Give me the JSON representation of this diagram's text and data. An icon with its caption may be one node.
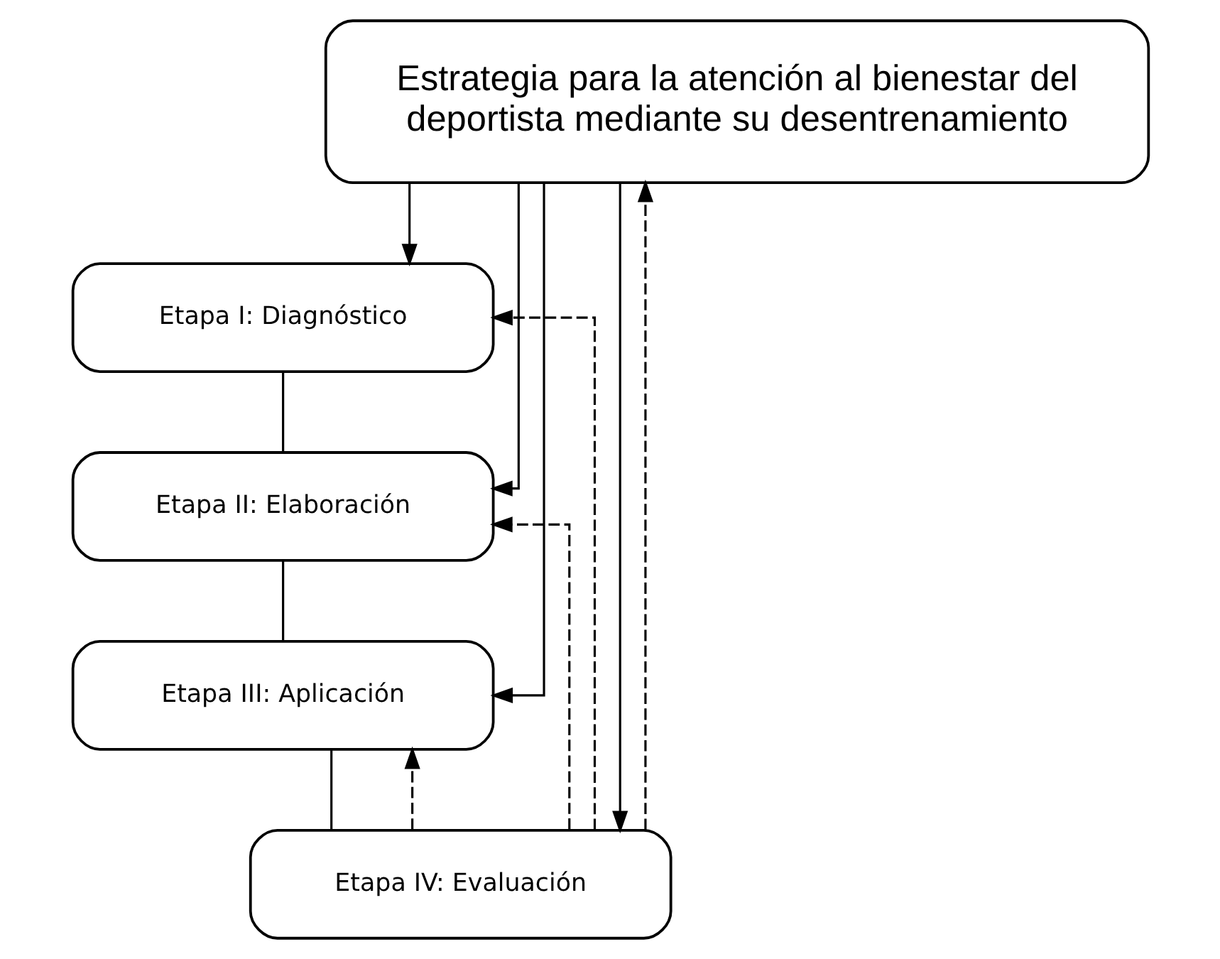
{
  "diagram": {
    "nodes": [
      {
        "text": [
          "Estrategia para la atención al bienestar del deportista mediante su desentrenamiento"
        ]
      },
      {
        "text": [
          "Etapa I: Diagnóstico"
        ]
      },
      {
        "text": [
          "Etapa II: Elaboración"
        ]
      },
      {
        "text": [
          "Etapa III: Aplicación"
        ]
      },
      {
        "text": [
          "Etapa IV: Evaluación"
        ]
      }
    ],
    "edges": [
      {
        "from": 0,
        "to": 1,
        "arrow": "to"
      },
      {
        "from": 0,
        "to": 2,
        "arrow": "to"
      },
      {
        "from": 0,
        "to": 3,
        "arrow": "to"
      },
      {
        "from": 0,
        "to": 4,
        "arrow": "to"
      },
      {
        "from": 1,
        "to": 2,
        "arrow": "none"
      },
      {
        "from": 2,
        "to": 3,
        "arrow": "none"
      },
      {
        "from": 3,
        "to": 4,
        "arrow": "none"
      },
      {
        "from": 4,
        "to": 1,
        "arrow": "to",
        "style": "dashed"
      },
      {
        "from": 4,
        "to": 2,
        "arrow": "to",
        "style": "dashed"
      },
      {
        "from": 4,
        "to": 3,
        "arrow": "to",
        "style": "dashed"
      },
      {
        "from": 4,
        "to": 0,
        "arrow": "to",
        "style": "dashed"
      }
    ]
  }
}
